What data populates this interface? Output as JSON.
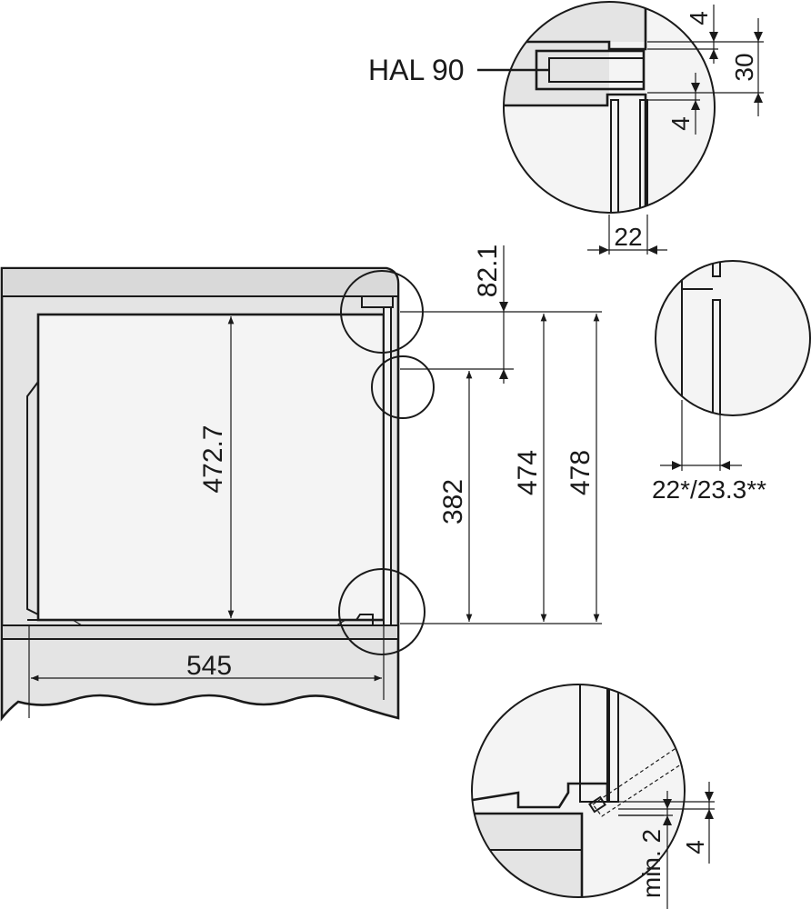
{
  "labels": {
    "hal90": "HAL 90",
    "dim_4_top": "4",
    "dim_30": "30",
    "dim_4_mid": "4",
    "dim_22_top": "22",
    "dim_82_1": "82.1",
    "dim_472_7": "472.7",
    "dim_382": "382",
    "dim_474": "474",
    "dim_478": "478",
    "dim_545": "545",
    "dim_22_23_3": "22*/23.3**",
    "dim_min2": "min. 2",
    "dim_4_bottom": "4"
  },
  "colors": {
    "line": "#1a1a1a",
    "cabinet_fill": "#e4e4e4",
    "appliance_fill": "#f4f4f4",
    "panel_fill": "#d9d9d9"
  }
}
